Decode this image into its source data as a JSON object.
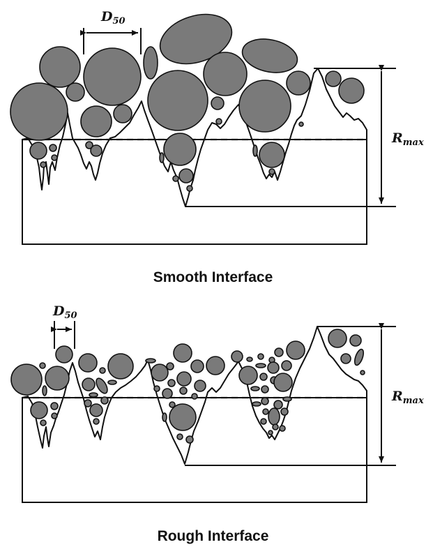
{
  "panels": [
    {
      "caption": "Smooth Interface",
      "d_label_main": "D",
      "d_label_sub": "50",
      "r_label_main": "R",
      "r_label_sub": "max"
    },
    {
      "caption": "Rough Interface",
      "d_label_main": "D",
      "d_label_sub": "50",
      "r_label_main": "R",
      "r_label_sub": "max"
    }
  ],
  "colors": {
    "particle": "#7a7a7a",
    "outline": "#111111",
    "background": "#ffffff"
  }
}
